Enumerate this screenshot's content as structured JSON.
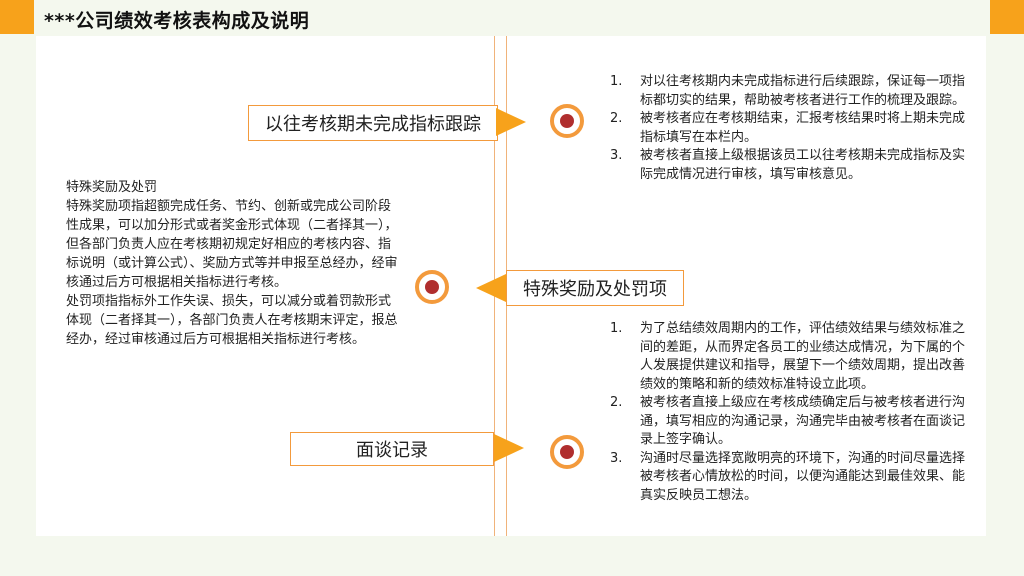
{
  "title": "***公司绩效考核表构成及说明",
  "colors": {
    "accent": "#f7a21b",
    "node_border": "#f39a3c",
    "node_dot": "#b02e2e"
  },
  "sections": {
    "section1": {
      "label": "以往考核期未完成指标跟踪",
      "items": [
        {
          "num": "1.",
          "text": "对以往考核期内未完成指标进行后续跟踪，保证每一项指标都切实的结果，帮助被考核者进行工作的梳理及跟踪。"
        },
        {
          "num": "2.",
          "text": "被考核者应在考核期结束，汇报考核结果时将上期未完成指标填写在本栏内。"
        },
        {
          "num": "3.",
          "text": "被考核者直接上级根据该员工以往考核期未完成指标及实际完成情况进行审核，填写审核意见。"
        }
      ]
    },
    "section2": {
      "label": "特殊奖励及处罚项",
      "heading": "特殊奖励及处罚",
      "para1": "特殊奖励项指超额完成任务、节约、创新或完成公司阶段性成果，可以加分形式或者奖金形式体现（二者择其一），但各部门负责人应在考核期初规定好相应的考核内容、指标说明（或计算公式）、奖励方式等并申报至总经办，经审核通过后方可根据相关指标进行考核。",
      "para2": "处罚项指指标外工作失误、损失，可以减分或着罚款形式体现（二者择其一），各部门负责人在考核期末评定，报总经办，经过审核通过后方可根据相关指标进行考核。"
    },
    "section3": {
      "label": "面谈记录",
      "items": [
        {
          "num": "1.",
          "text": "为了总结绩效周期内的工作，评估绩效结果与绩效标准之间的差距，从而界定各员工的业绩达成情况，为下属的个人发展提供建议和指导，展望下一个绩效周期，提出改善绩效的策略和新的绩效标准特设立此项。"
        },
        {
          "num": "2.",
          "text": "被考核者直接上级应在考核成绩确定后与被考核者进行沟通，填写相应的沟通记录，沟通完毕由被考核者在面谈记录上签字确认。"
        },
        {
          "num": "3.",
          "text": "沟通时尽量选择宽敞明亮的环境下，沟通的时间尽量选择被考核者心情放松的时间，以便沟通能达到最佳效果、能真实反映员工想法。"
        }
      ]
    }
  }
}
